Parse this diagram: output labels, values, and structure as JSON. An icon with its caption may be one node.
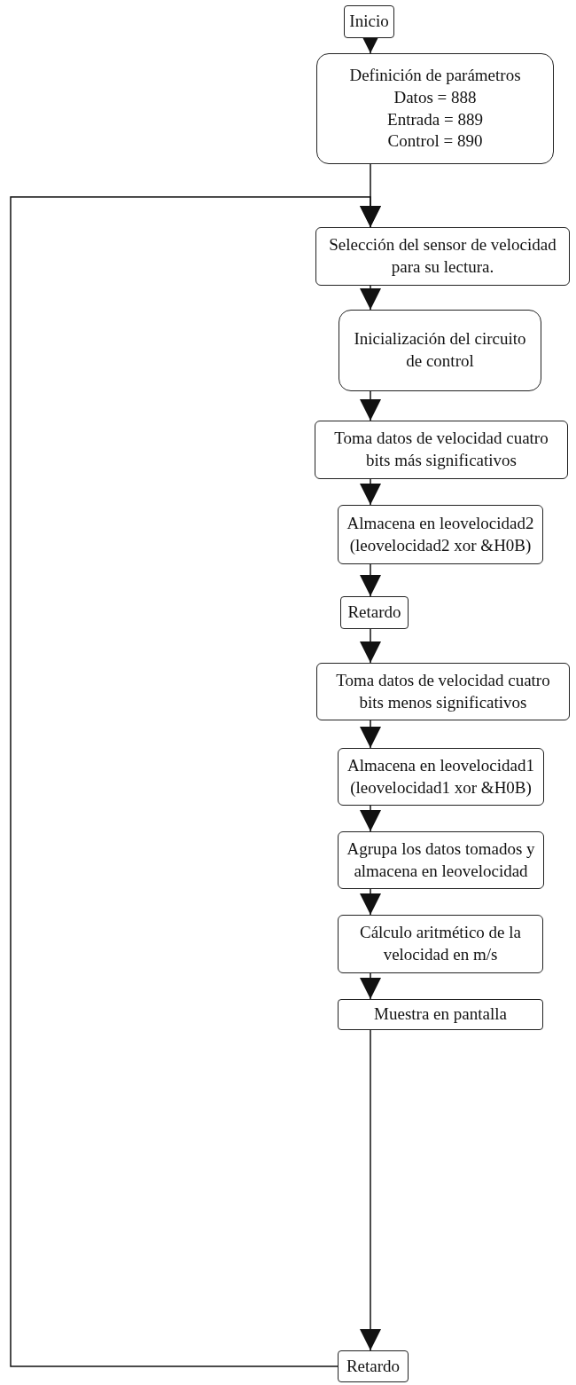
{
  "diagram": {
    "nodes": [
      {
        "text": [
          "Inicio"
        ]
      },
      {
        "text": [
          "Definición de parámetros",
          "Datos = 888",
          "Entrada = 889",
          "Control = 890"
        ]
      },
      {
        "text": [
          "Selección del sensor de velocidad para su lectura."
        ]
      },
      {
        "text": [
          "Inicialización del circuito de control"
        ]
      },
      {
        "text": [
          "Toma datos de velocidad cuatro bits más significativos"
        ]
      },
      {
        "text": [
          "Almacena en leovelocidad2 (leovelocidad2 xor &H0B)"
        ]
      },
      {
        "text": [
          "Retardo"
        ]
      },
      {
        "text": [
          "Toma datos de velocidad cuatro bits menos significativos"
        ]
      },
      {
        "text": [
          "Almacena en leovelocidad1 (leovelocidad1 xor &H0B)"
        ]
      },
      {
        "text": [
          "Agrupa los datos tomados y almacena en leovelocidad"
        ]
      },
      {
        "text": [
          "Cálculo aritmético de la velocidad en m/s"
        ]
      },
      {
        "text": [
          "Muestra en pantalla"
        ]
      },
      {
        "text": [
          "Retardo"
        ]
      }
    ],
    "edges": [
      {
        "from": 0,
        "to": 1,
        "arrow": "to"
      },
      {
        "from": 1,
        "to": 2,
        "arrow": "to"
      },
      {
        "from": 2,
        "to": 3,
        "arrow": "to"
      },
      {
        "from": 3,
        "to": 4,
        "arrow": "to"
      },
      {
        "from": 4,
        "to": 5,
        "arrow": "to"
      },
      {
        "from": 5,
        "to": 6,
        "arrow": "to"
      },
      {
        "from": 6,
        "to": 7,
        "arrow": "to"
      },
      {
        "from": 7,
        "to": 8,
        "arrow": "to"
      },
      {
        "from": 8,
        "to": 9,
        "arrow": "to"
      },
      {
        "from": 9,
        "to": 10,
        "arrow": "to"
      },
      {
        "from": 10,
        "to": 11,
        "arrow": "to"
      },
      {
        "from": 11,
        "to": 12,
        "arrow": "to"
      },
      {
        "from": 12,
        "to": 2,
        "arrow": "to"
      }
    ]
  }
}
